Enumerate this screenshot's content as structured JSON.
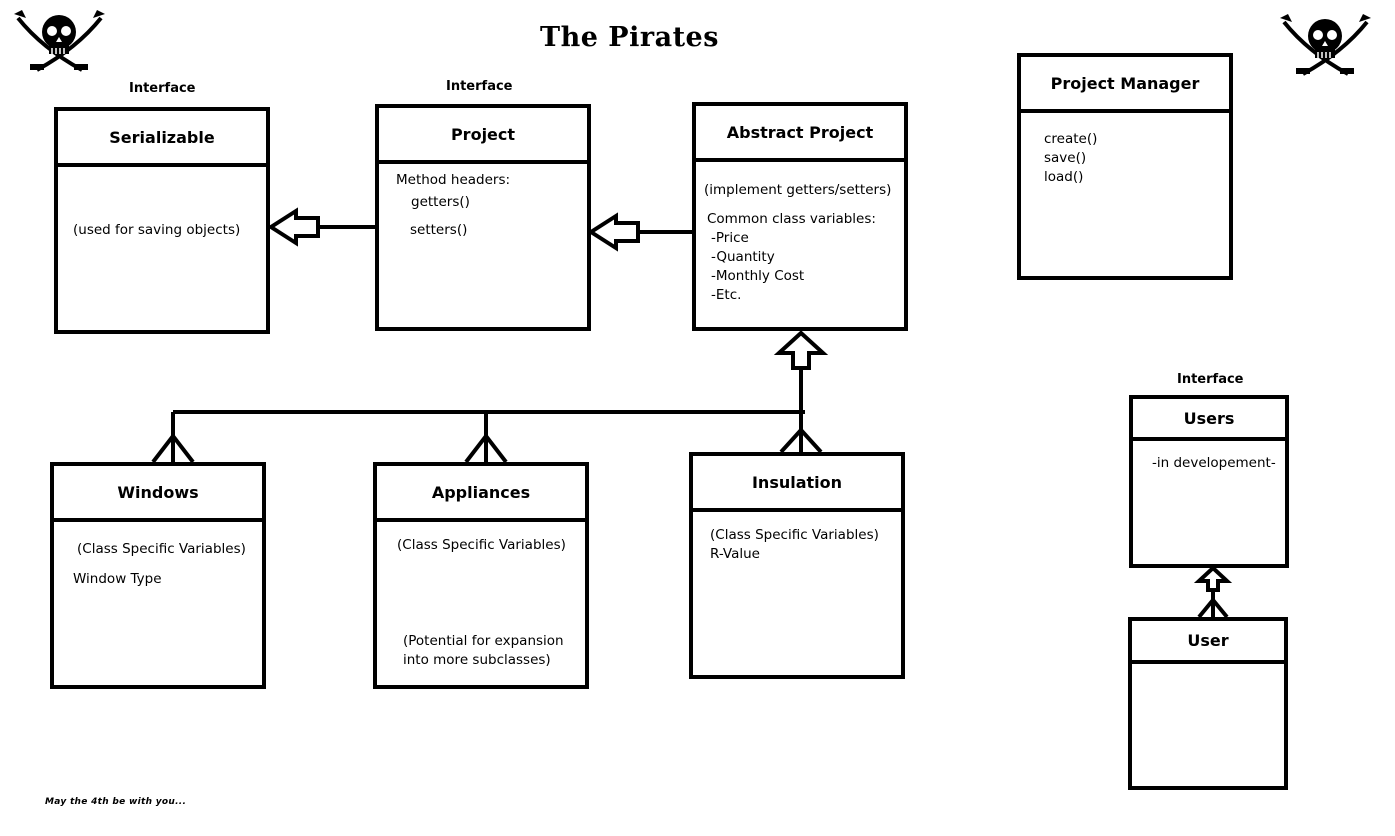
{
  "title": "The Pirates",
  "footer": "May the 4th be with you...",
  "labels": {
    "interface_serializable": "Interface",
    "interface_project": "Interface",
    "interface_users": "Interface"
  },
  "boxes": {
    "serializable": {
      "name": "Serializable",
      "lines": [
        "(used for saving objects)"
      ]
    },
    "project": {
      "name": "Project",
      "lines": [
        "Method headers:",
        "getters()",
        "setters()"
      ]
    },
    "abstract_project": {
      "name": "Abstract Project",
      "lines": [
        "(implement getters/setters)",
        "Common class variables:",
        "-Price",
        "-Quantity",
        "-Monthly Cost",
        "-Etc."
      ]
    },
    "project_manager": {
      "name": "Project Manager",
      "lines": [
        "create()",
        "save()",
        "load()"
      ]
    },
    "windows": {
      "name": "Windows",
      "lines": [
        "(Class Specific Variables)",
        "Window Type"
      ]
    },
    "appliances": {
      "name": "Appliances",
      "lines": [
        "(Class Specific Variables)",
        "(Potential for expansion",
        "into more subclasses)"
      ]
    },
    "insulation": {
      "name": "Insulation",
      "lines": [
        "(Class Specific Variables)",
        "R-Value"
      ]
    },
    "users": {
      "name": "Users",
      "lines": [
        "-in developement-"
      ]
    },
    "user": {
      "name": "User",
      "lines": []
    }
  },
  "icons": {
    "left": "skull-crossed-swords-icon",
    "right": "skull-crossed-swords-icon"
  }
}
